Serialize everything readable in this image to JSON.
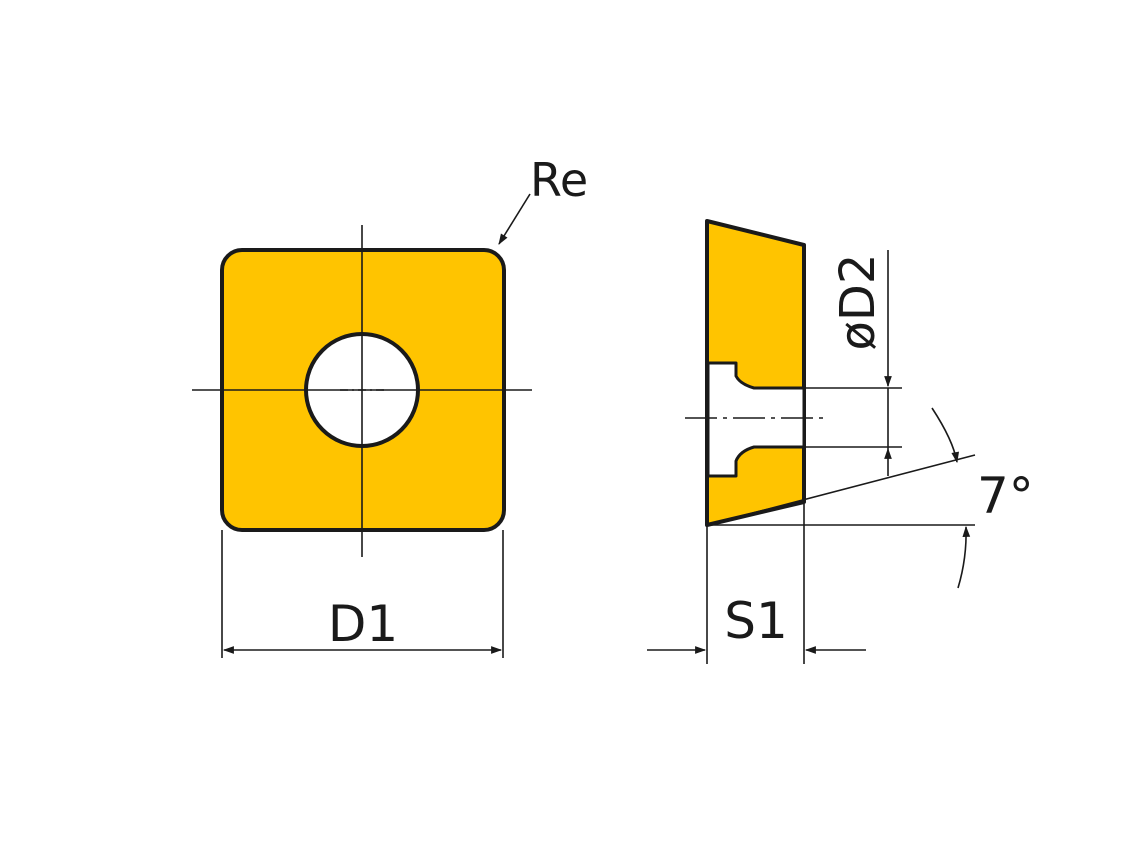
{
  "labels": {
    "corner_radius": "Re",
    "width": "D1",
    "hole_diameter": "øD2",
    "thickness": "S1",
    "clearance_angle": "7°"
  },
  "colors": {
    "insert_fill": "#FFC400",
    "outline": "#1a1a1a",
    "hole_fill": "#ffffff",
    "background": "#ffffff"
  }
}
